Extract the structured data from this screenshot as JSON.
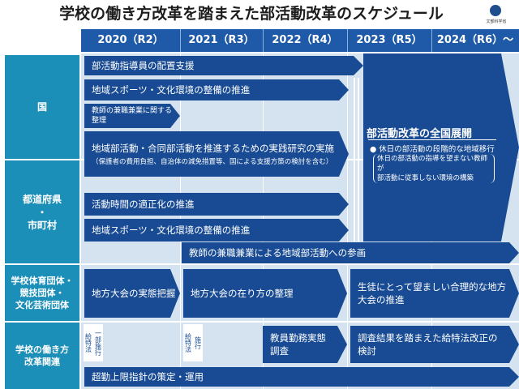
{
  "title": "学校の働き方改革を踏まえた部活動改革のスケジュール",
  "logo_caption": "文部科学省",
  "years": [
    "2020（R2）",
    "2021（R3）",
    "2022（R4）",
    "2023（R5）",
    "2024（R6）～"
  ],
  "categories": {
    "national": "国",
    "pref": "都道府県\n・\n市町村",
    "sports": "学校体育団体・\n競技団体・\n文化芸術団体",
    "work": "学校の働き方\n改革関連"
  },
  "rows": {
    "advisor": "部活動指導員の配置支援",
    "env1": "地域スポーツ・文化環境の整備の推進",
    "dual_study": "教師の兼職兼業に関する\n整理",
    "regional": "地域部活動・合同部活動を推進するための実践研究の実施",
    "regional_sub": "（保護者の費用負担、自治体の減免措置等、国による支援方策の検討を含む）",
    "activity_time": "活動時間の適正化の推進",
    "env2": "地域スポーツ・文化環境の整備の推進",
    "teacher_dual": "教師の兼職兼業による地域部活動への参画",
    "tournament1": "地方大会の実態把握",
    "tournament2": "地方大会の在り方の整理",
    "tournament3": "生徒にとって望ましい合理的な地方\n大会の推進",
    "survey": "教員勤務実態\n調査",
    "law": "調査結果を踏まえた給特法改正の\n検討",
    "limit": "超勤上限指針の策定・運用",
    "kyutoku_label_1": "給特法",
    "kyutoku_impl_1": "一部施行",
    "kyutoku_label_2": "給特法",
    "kyutoku_impl_2": "施行"
  },
  "big": {
    "title": "部活動改革の全国展開",
    "bullet": "● 休日の部活動の段階的な地域移行",
    "note": "休日の部活動の指導を望まない教師が\n部活動に従事しない環境の構築"
  }
}
